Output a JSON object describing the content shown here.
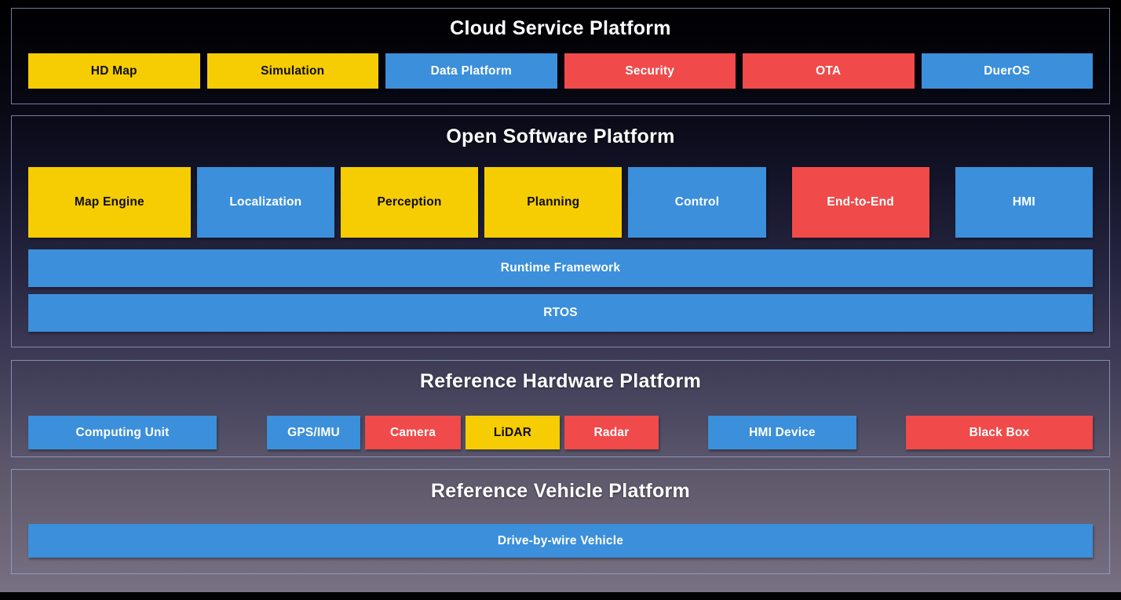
{
  "colors": {
    "yellow": {
      "bg": "#F6CD03",
      "text": "#0e0e0e"
    },
    "blue": {
      "bg": "#3B8FDB",
      "text": "#ffffff"
    },
    "red": {
      "bg": "#F04A4A",
      "text": "#ffffff"
    }
  },
  "sections": {
    "cloud": {
      "title": "Cloud Service Platform",
      "boxes": [
        {
          "label": "HD Map",
          "color": "yellow"
        },
        {
          "label": "Simulation",
          "color": "yellow"
        },
        {
          "label": "Data Platform",
          "color": "blue"
        },
        {
          "label": "Security",
          "color": "red"
        },
        {
          "label": "OTA",
          "color": "red"
        },
        {
          "label": "DuerOS",
          "color": "blue"
        }
      ]
    },
    "software": {
      "title": "Open Software Platform",
      "modules": [
        {
          "label": "Map Engine",
          "color": "yellow"
        },
        {
          "label": "Localization",
          "color": "blue"
        },
        {
          "label": "Perception",
          "color": "yellow"
        },
        {
          "label": "Planning",
          "color": "yellow"
        },
        {
          "label": "Control",
          "color": "blue"
        },
        {
          "label": "End-to-End",
          "color": "red"
        },
        {
          "label": "HMI",
          "color": "blue"
        }
      ],
      "layers": [
        {
          "label": "Runtime Framework",
          "color": "blue"
        },
        {
          "label": "RTOS",
          "color": "blue"
        }
      ]
    },
    "hardware": {
      "title": "Reference Hardware Platform",
      "boxes": [
        {
          "label": "Computing Unit",
          "color": "blue"
        },
        {
          "label": "GPS/IMU",
          "color": "blue"
        },
        {
          "label": "Camera",
          "color": "red"
        },
        {
          "label": "LiDAR",
          "color": "yellow"
        },
        {
          "label": "Radar",
          "color": "red"
        },
        {
          "label": "HMI Device",
          "color": "blue"
        },
        {
          "label": "Black Box",
          "color": "red"
        }
      ]
    },
    "vehicle": {
      "title": "Reference Vehicle Platform",
      "bar": {
        "label": "Drive-by-wire Vehicle",
        "color": "blue"
      }
    }
  }
}
